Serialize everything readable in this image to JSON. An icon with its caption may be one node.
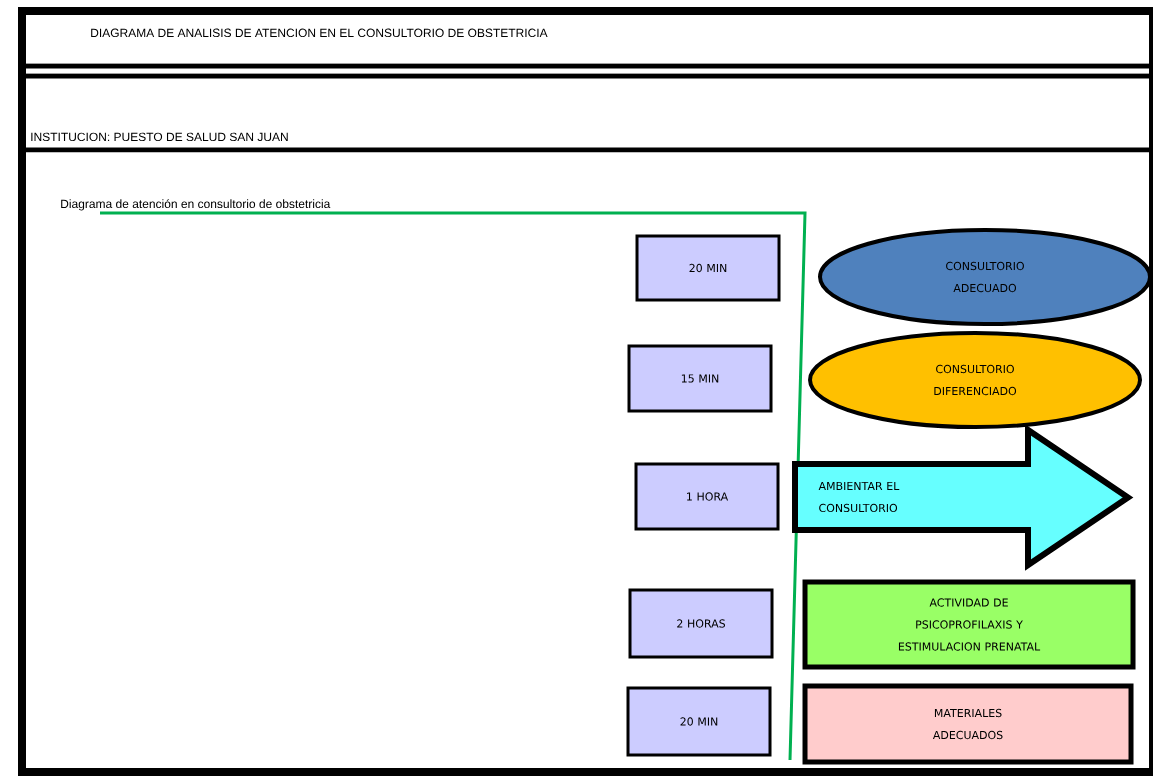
{
  "diagram": {
    "title": "DIAGRAMA DE ANALISIS DE ATENCION EN EL CONSULTORIO DE OBSTETRICIA",
    "nodes": [
      {
        "text": [
          "20 MIN"
        ]
      },
      {
        "text": [
          "15 MIN"
        ]
      },
      {
        "text": [
          "1 HORA"
        ]
      },
      {
        "text": [
          "2 HORAS"
        ]
      },
      {
        "text": [
          "20 MIN"
        ]
      },
      {
        "text": [
          "CONSULTORIO ADECUADO"
        ]
      },
      {
        "text": [
          "CONSULTORIO DIFERENCIADO"
        ]
      },
      {
        "text": [
          "AMBIENTAR EL CONSULTORIO"
        ]
      },
      {
        "text": [
          "ACTIVIDAD DE PSICOPROFILAXIS Y ESTIMULACION PRENATAL"
        ]
      },
      {
        "text": [
          "MATERIALES ADECUADOS"
        ]
      }
    ],
    "labels": [
      "INSTITUCION: PUESTO DE SALUD SAN JUAN",
      "Diagrama de atención en consultorio de obstetricia"
    ]
  }
}
